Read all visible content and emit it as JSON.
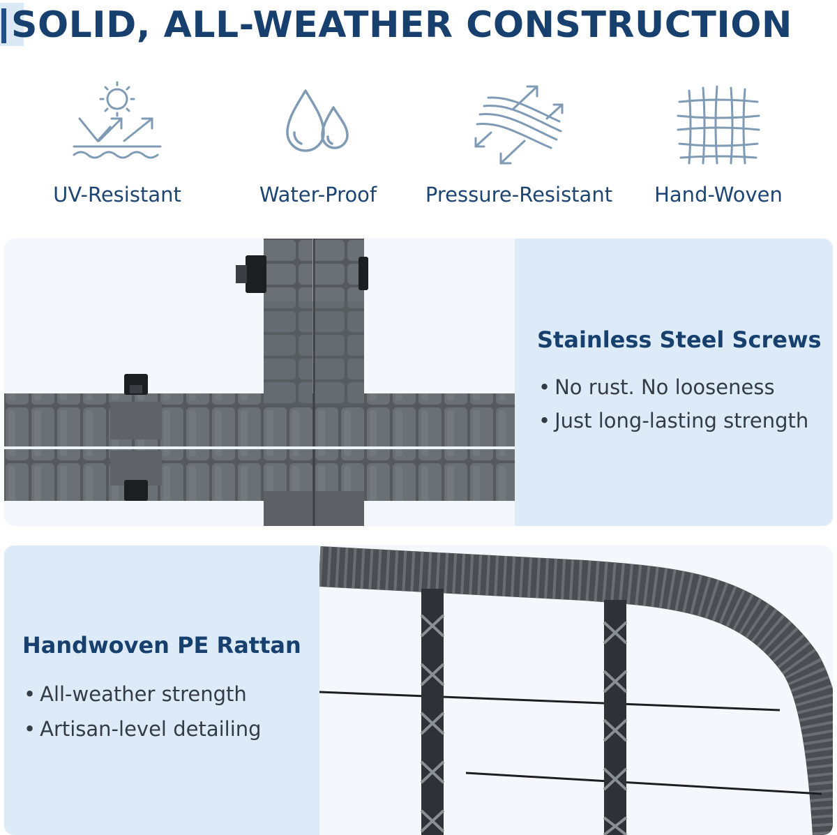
{
  "header": {
    "title": "SOLID, ALL-WEATHER CONSTRUCTION"
  },
  "features": [
    {
      "icon": "uv-resistant-icon",
      "label": "UV-Resistant"
    },
    {
      "icon": "water-drops-icon",
      "label": "Water-Proof"
    },
    {
      "icon": "pressure-arrows-icon",
      "label": "Pressure-Resistant"
    },
    {
      "icon": "weave-grid-icon",
      "label": "Hand-Woven"
    }
  ],
  "panels": {
    "screws": {
      "heading": "Stainless Steel Screws",
      "bullets": [
        "No rust. No looseness",
        "Just long-lasting strength"
      ]
    },
    "rattan": {
      "heading": "Handwoven PE Rattan",
      "bullets": [
        "All-weather strength",
        "Artisan-level detailing"
      ]
    }
  },
  "colors": {
    "heading": "#17406f",
    "icon": "#7f9ab5",
    "panel_tint": "#ddebf8",
    "rattan": "#4a4e53"
  }
}
